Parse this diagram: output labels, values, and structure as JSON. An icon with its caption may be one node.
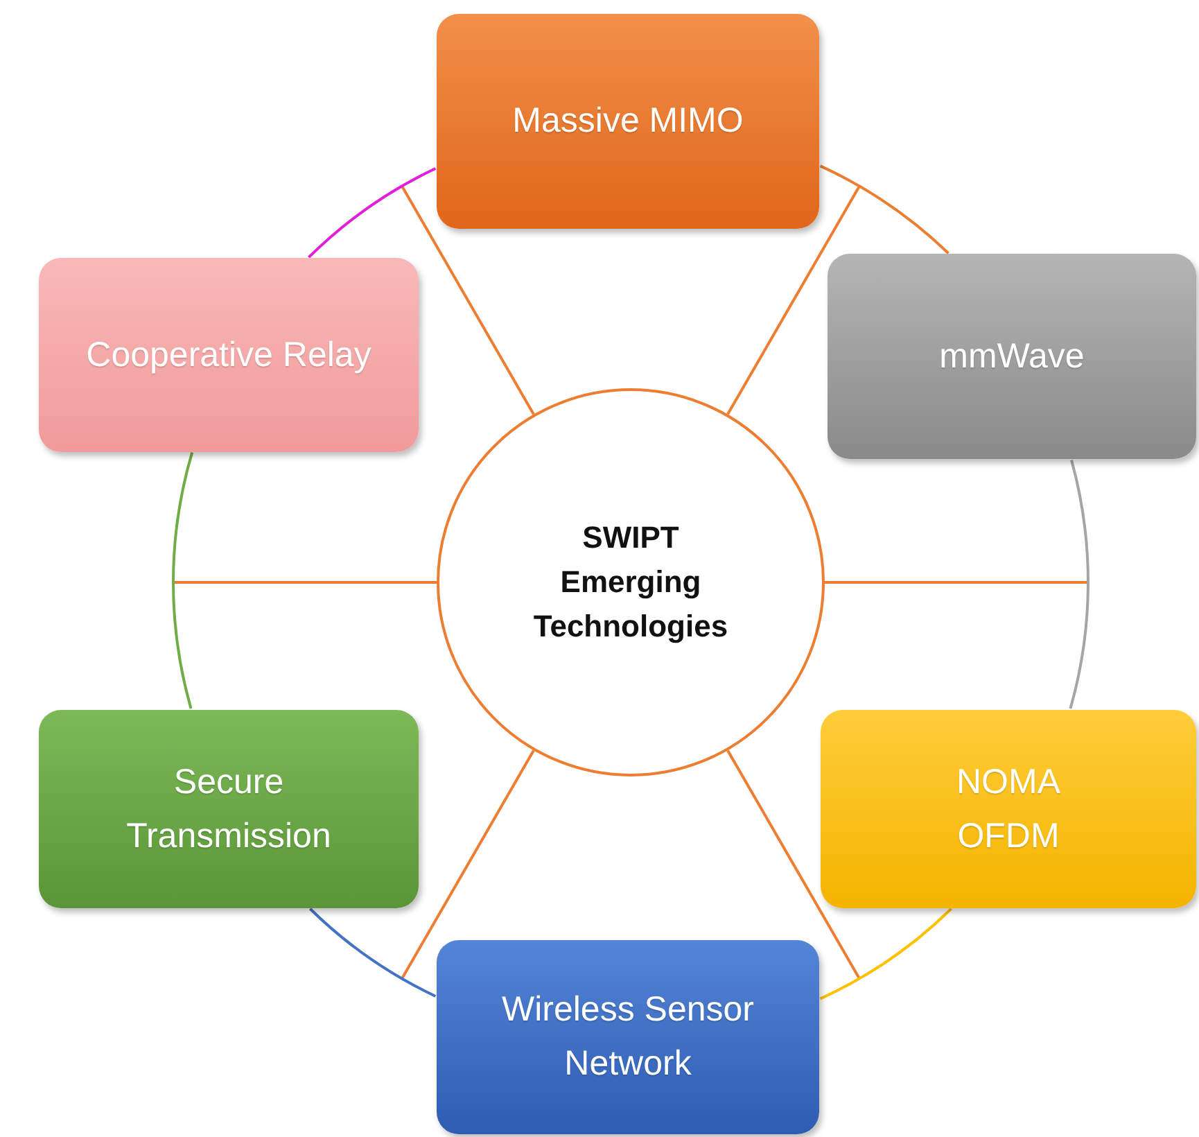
{
  "diagram": {
    "nodes": [
      {
        "text": [
          "SWIPT Emerging Technologies"
        ]
      },
      {
        "text": [
          "Massive MIMO"
        ]
      },
      {
        "text": [
          "Cooperative Relay"
        ]
      },
      {
        "text": [
          "mmWave"
        ]
      },
      {
        "text": [
          "Secure Transmission"
        ]
      },
      {
        "text": [
          "NOMA",
          "OFDM"
        ]
      },
      {
        "text": [
          "Wireless Sensor Network"
        ]
      }
    ],
    "edges": [
      {
        "from": 0,
        "to": null,
        "arrow": "none"
      },
      {
        "from": 0,
        "to": null,
        "arrow": "none"
      },
      {
        "from": 0,
        "to": null,
        "arrow": "none"
      },
      {
        "from": 0,
        "to": null,
        "arrow": "none"
      },
      {
        "from": 0,
        "to": null,
        "arrow": "none"
      },
      {
        "from": 0,
        "to": null,
        "arrow": "none"
      },
      {
        "from": 2,
        "to": 1,
        "arrow": "none",
        "color": "#e020d8"
      },
      {
        "from": 1,
        "to": 3,
        "arrow": "none",
        "color": "#ed7d31"
      },
      {
        "from": 3,
        "to": 5,
        "arrow": "none",
        "color": "#a5a5a5"
      },
      {
        "from": 5,
        "to": 6,
        "arrow": "none",
        "color": "#ffc000"
      },
      {
        "from": 6,
        "to": 4,
        "arrow": "none",
        "color": "#4472c4"
      },
      {
        "from": 4,
        "to": 2,
        "arrow": "none",
        "color": "#70ad47"
      }
    ]
  }
}
